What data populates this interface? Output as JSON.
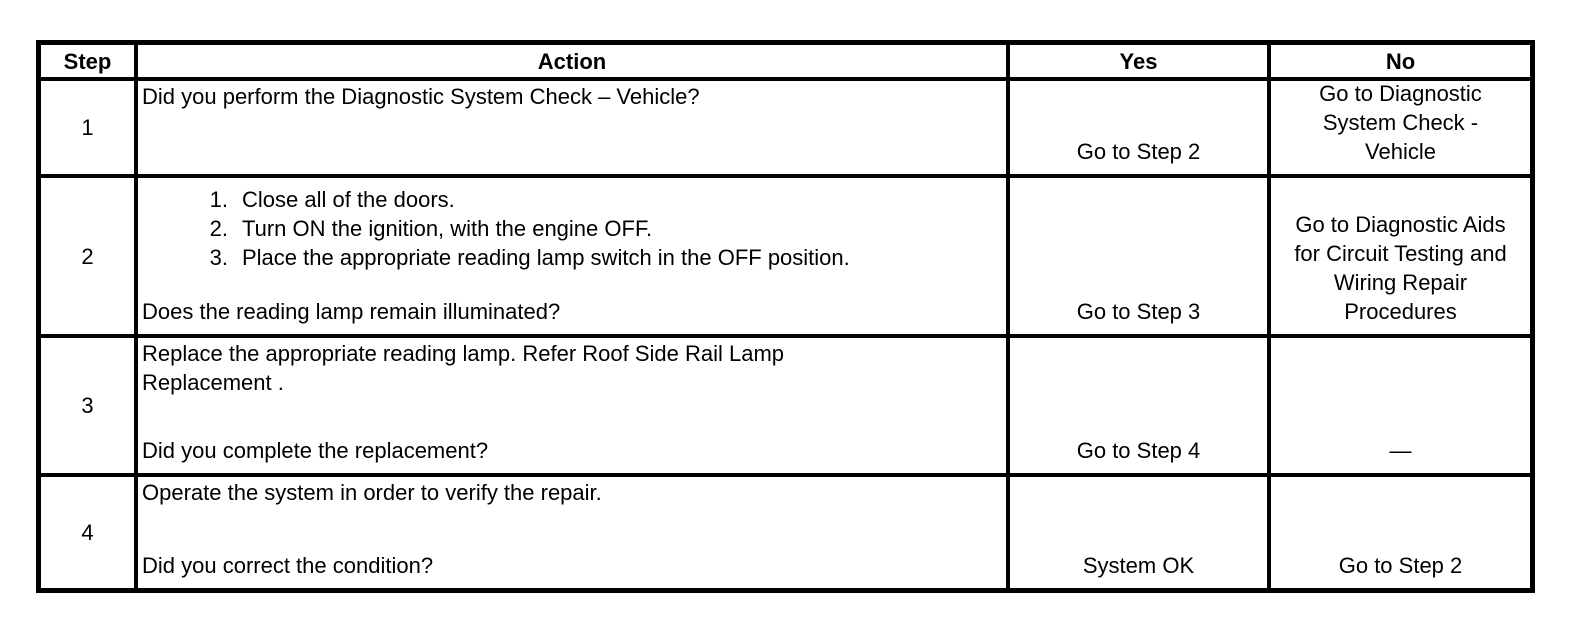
{
  "header": {
    "step": "Step",
    "action": "Action",
    "yes": "Yes",
    "no": "No"
  },
  "rows": [
    {
      "step": "1",
      "action": {
        "intro": "Did you perform the Diagnostic System Check – Vehicle?"
      },
      "yes": "Go to Step 2",
      "no": "Go to Diagnostic System Check - Vehicle"
    },
    {
      "step": "2",
      "action": {
        "list": [
          {
            "num": "1.",
            "text": "Close all of the doors."
          },
          {
            "num": "2.",
            "text": "Turn ON the ignition, with the engine OFF."
          },
          {
            "num": "3.",
            "text": "Place the appropriate reading lamp switch in the OFF position."
          }
        ],
        "question": "Does the reading lamp remain illuminated?"
      },
      "yes": "Go to Step 3",
      "no": "Go to Diagnostic Aids for Circuit Testing and Wiring Repair Procedures"
    },
    {
      "step": "3",
      "action": {
        "intro": "Replace the appropriate reading lamp. Refer Roof Side Rail Lamp Replacement .",
        "question": "Did you complete the replacement?"
      },
      "yes": "Go to Step 4",
      "no": "—"
    },
    {
      "step": "4",
      "action": {
        "intro": "Operate the system in order to verify the repair.",
        "question": "Did you correct the condition?"
      },
      "yes": "System OK",
      "no": "Go to Step 2"
    }
  ]
}
